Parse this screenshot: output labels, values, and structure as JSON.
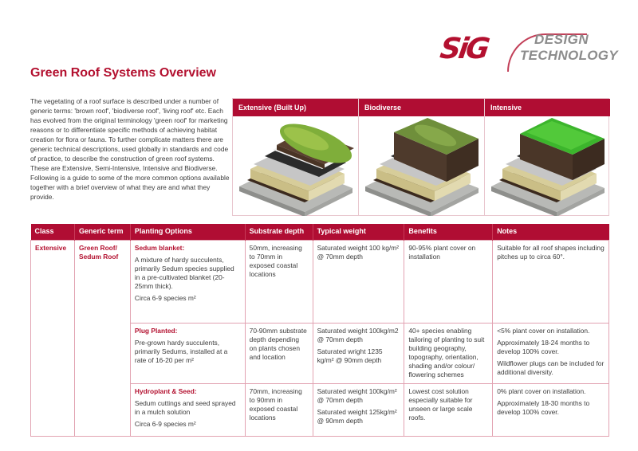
{
  "brand": {
    "logo_mark": "SiG",
    "logo_line1": "DESIGN",
    "logo_line2": "TECHNOLOGY",
    "accent_color": "#b00d33"
  },
  "page": {
    "title": "Green Roof Systems Overview",
    "intro": "The vegetating of a roof surface is described under a number of generic terms: 'brown roof', 'biodiverse roof', 'living roof' etc. Each has evolved from the original terminology 'green roof' for marketing reasons or to differentiate specific methods of achieving habitat creation for flora or fauna. To further complicate matters there are generic technical descriptions, used globally in standards and code of practice, to describe the construction of green roof systems. These are Extensive, Semi-Intensive, Intensive and Biodiverse.",
    "intro2": "Following is a guide to some of the more common options available together with a brief overview of what they are and what they provide."
  },
  "types": [
    {
      "label": "Extensive (Built Up)",
      "image": "extensive-roof-illustration",
      "top_color": "#7fae3a"
    },
    {
      "label": "Biodiverse",
      "image": "biodiverse-roof-illustration",
      "top_color": "#6f8f3b"
    },
    {
      "label": "Intensive",
      "image": "intensive-roof-illustration",
      "top_color": "#3cb52c"
    }
  ],
  "table": {
    "headers": [
      "Class",
      "Generic term",
      "Planting Options",
      "Substrate depth",
      "Typical weight",
      "Benefits",
      "Notes"
    ],
    "class": "Extensive",
    "generic_term": "Green Roof/ Sedum Roof",
    "rows": [
      {
        "option_title": "Sedum blanket:",
        "option_desc": "A mixture of hardy succulents, primarily Sedum species supplied in a pre-cultivated blanket (20-25mm thick).",
        "option_extra": "Circa 6-9 species m²",
        "substrate": "50mm, increasing to 70mm in exposed coastal locations",
        "weight1": "Saturated weight 100 kg/m² @ 70mm depth",
        "weight2": "",
        "benefits": "90-95% plant cover on installation",
        "notes1": "Suitable for all roof shapes including pitches up to circa 60°.",
        "notes2": "",
        "notes3": ""
      },
      {
        "option_title": "Plug Planted:",
        "option_desc": "Pre-grown hardy succulents, primarily Sedums, installed at a rate of 16-20 per m²",
        "option_extra": "",
        "substrate": "70-90mm substrate depth depending on plants chosen and location",
        "weight1": "Saturated weight 100kg/m2 @ 70mm depth",
        "weight2": "Saturated wright 1235 kg/m² @ 90mm depth",
        "benefits": "40+ species enabling tailoring of planting to suit building geography, topography, orientation, shading and/or colour/ flowering schemes",
        "notes1": "<5% plant cover on installation.",
        "notes2": "Approximately 18-24 months to develop 100% cover.",
        "notes3": "Wildflower plugs can be included for additional diversity."
      },
      {
        "option_title": "Hydroplant & Seed:",
        "option_desc": "Sedum cuttings and seed sprayed in a mulch solution",
        "option_extra": "Circa 6-9 species m²",
        "substrate": "70mm, increasing to 90mm in exposed coastal locations",
        "weight1": "Saturated weight 100kg/m² @ 70mm depth",
        "weight2": "Saturated weight 125kg/m² @ 90mm depth",
        "benefits": "Lowest cost solution especially suitable for unseen or large scale roofs.",
        "notes1": "0% plant cover on installation.",
        "notes2": "Approximately 18-30 months to develop 100% cover.",
        "notes3": ""
      }
    ]
  }
}
